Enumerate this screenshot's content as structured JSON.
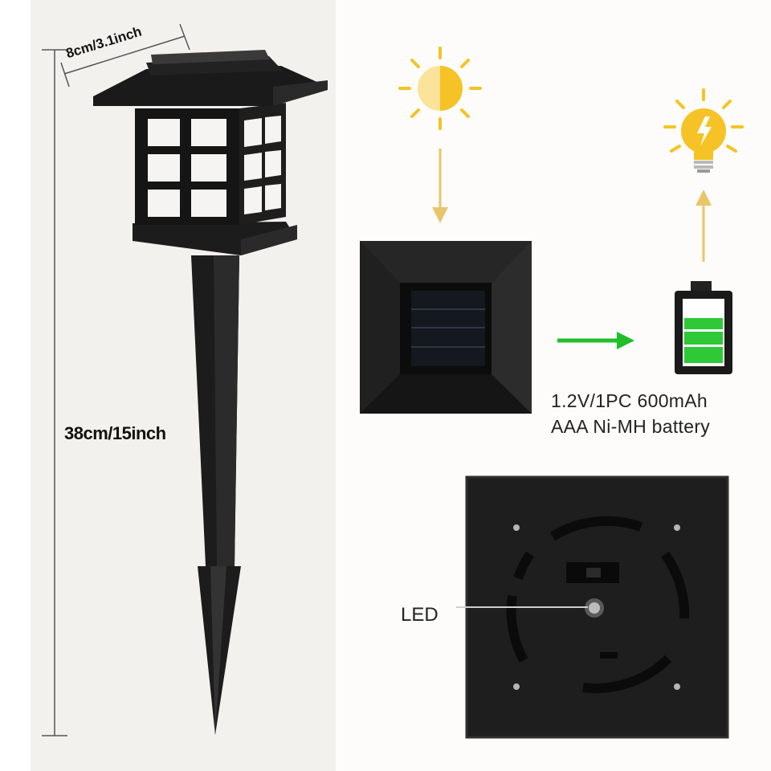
{
  "dimensions": {
    "height_label": "38cm/15inch",
    "width_label": "8cm/3.1inch"
  },
  "battery_spec": {
    "line1": "1.2V/1PC 600mAh",
    "line2": "AAA Ni-MH battery"
  },
  "callout": {
    "led_label": "LED"
  },
  "colors": {
    "sun": "#f5c326",
    "arrow_yellow": "#e9c56a",
    "arrow_green": "#1fbf2a",
    "battery_green": "#2dc936",
    "product_black": "#1c1c1c"
  },
  "icons": [
    "sun-icon",
    "light-bulb-icon",
    "battery-icon",
    "solar-panel-image",
    "lamp-base-image",
    "garden-lamp-image"
  ]
}
